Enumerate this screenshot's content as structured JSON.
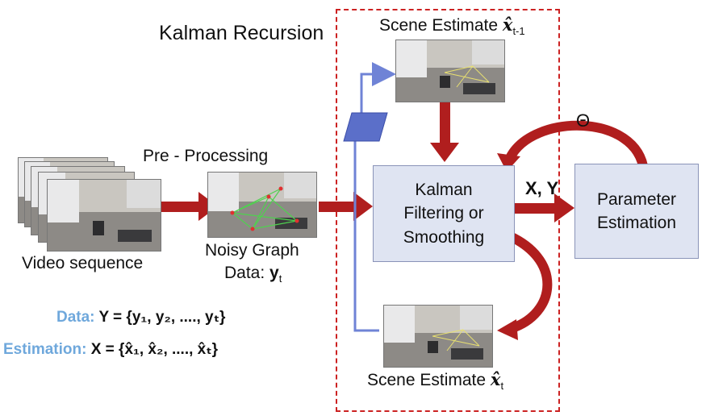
{
  "title": "Kalman Recursion",
  "scene_top": {
    "prefix": "Scene Estimate ",
    "sym": "x̂",
    "sub": "t-1"
  },
  "scene_bottom": {
    "prefix": "Scene Estimate ",
    "sym": "x̂",
    "sub": "t"
  },
  "preprocessing": "Pre - Processing",
  "video_sequence": "Video sequence",
  "noisy_graph": {
    "line1": "Noisy Graph",
    "line2_prefix": "Data: ",
    "sym": "y",
    "sub": "t"
  },
  "kalman": {
    "line1": "Kalman",
    "line2": "Filtering or",
    "line3": "Smoothing"
  },
  "parameter": {
    "line1": "Parameter",
    "line2": "Estimation"
  },
  "xy_label": "X, Y",
  "theta_label": "Θ",
  "legend": {
    "data_key": "Data:",
    "data_expr": "Y = {y₁, y₂, ...., yₜ}",
    "est_key": "Estimation:",
    "est_expr": "X = {x̂₁, x̂₂, ...., x̂ₜ}"
  },
  "colors": {
    "arrow_red": "#b01e1e",
    "arrow_blue": "#6f83d6",
    "box_fill": "#dfe4f2",
    "dashed_border": "#cc2222",
    "legend_key": "#6fa8dc"
  }
}
